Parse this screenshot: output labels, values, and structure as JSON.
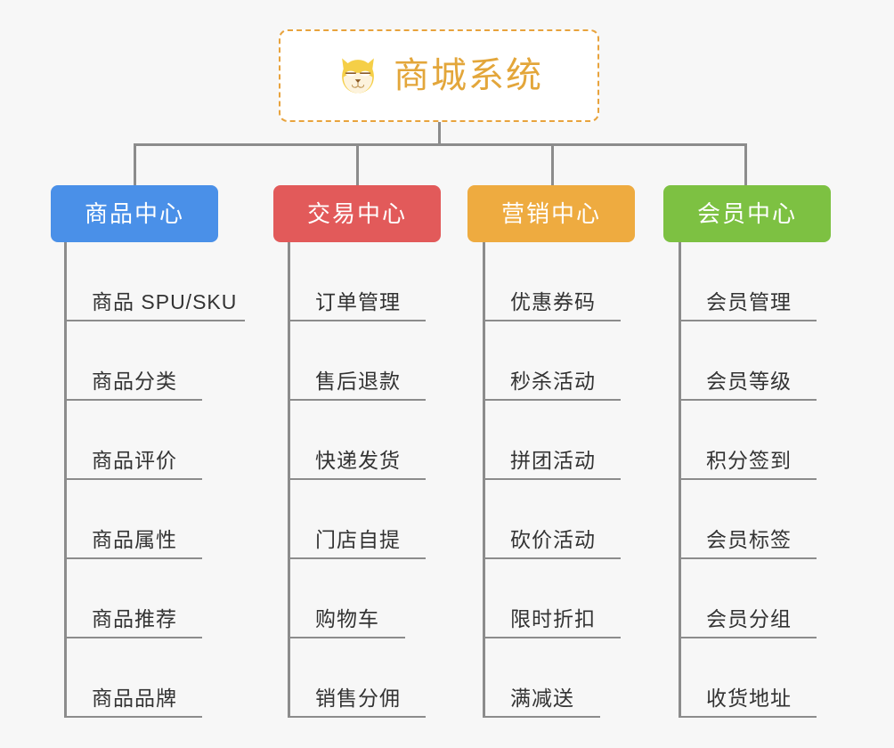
{
  "diagram": {
    "type": "mindmap",
    "background_color": "#f7f7f7",
    "root": {
      "title": "商城系统",
      "icon": "shiba-dog-face-icon",
      "text_color": "#e3a63a",
      "border_color": "#e8a33d",
      "border_style": "dashed",
      "background_color": "#ffffff"
    },
    "connector_color": "#8c8c8c",
    "branches": [
      {
        "label": "商品中心",
        "color": "#4a90e8",
        "items": [
          "商品 SPU/SKU",
          "商品分类",
          "商品评价",
          "商品属性",
          "商品推荐",
          "商品品牌"
        ]
      },
      {
        "label": "交易中心",
        "color": "#e25a5a",
        "items": [
          "订单管理",
          "售后退款",
          "快递发货",
          "门店自提",
          "购物车",
          "销售分佣"
        ]
      },
      {
        "label": "营销中心",
        "color": "#eeab40",
        "items": [
          "优惠券码",
          "秒杀活动",
          "拼团活动",
          "砍价活动",
          "限时折扣",
          "满减送"
        ]
      },
      {
        "label": "会员中心",
        "color": "#7dc142",
        "items": [
          "会员管理",
          "会员等级",
          "积分签到",
          "会员标签",
          "会员分组",
          "收货地址"
        ]
      }
    ]
  }
}
